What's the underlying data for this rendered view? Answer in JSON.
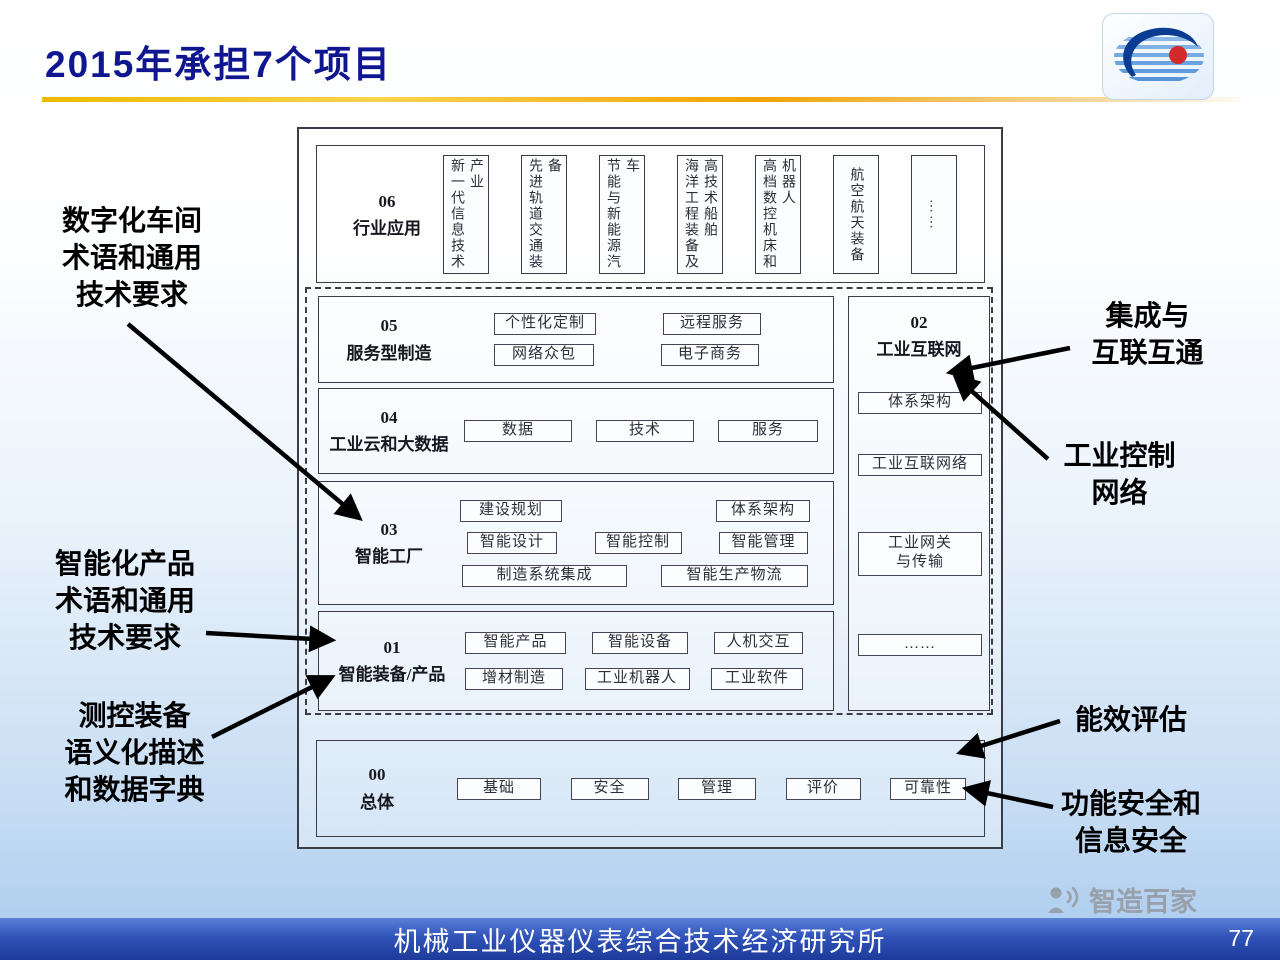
{
  "slide": {
    "title": "2015年承担7个项目",
    "footer": "机械工业仪器仪表综合技术经济研究所",
    "page_number": "77",
    "watermark": "智造百家",
    "colors": {
      "title": "#10168f",
      "footer_bar": "#2747ab",
      "divider_gold": "#f0ad00",
      "logo_red": "#d22a2a",
      "logo_blue": "#0a3d91"
    }
  },
  "diagram": {
    "row06": {
      "code": "06",
      "label": "行业应用",
      "items": [
        "新一代信息技术产业",
        "先进轨道交通装备",
        "节能与新能源汽车",
        "海洋工程装备及高技术船舶",
        "高档数控机床和机器人",
        "航空航天装备",
        "……"
      ]
    },
    "row05": {
      "code": "05",
      "label": "服务型制造",
      "lines": [
        [
          "个性化定制",
          "远程服务"
        ],
        [
          "网络众包",
          "电子商务"
        ]
      ]
    },
    "row04": {
      "code": "04",
      "label": "工业云和大数据",
      "items": [
        "数据",
        "技术",
        "服务"
      ]
    },
    "row03": {
      "code": "03",
      "label": "智能工厂",
      "lines": [
        [
          "建设规划",
          "体系架构"
        ],
        [
          "智能设计",
          "智能控制",
          "智能管理"
        ],
        [
          "制造系统集成",
          "智能生产物流"
        ]
      ]
    },
    "row01": {
      "code": "01",
      "label": "智能装备/产品",
      "lines": [
        [
          "智能产品",
          "智能设备",
          "人机交互"
        ],
        [
          "增材制造",
          "工业机器人",
          "工业软件"
        ]
      ]
    },
    "col02": {
      "code": "02",
      "label": "工业互联网",
      "items": [
        "体系架构",
        "工业互联网络",
        "工业网关\n与传输",
        "……"
      ]
    },
    "row00": {
      "code": "00",
      "label": "总体",
      "items": [
        "基础",
        "安全",
        "管理",
        "评价",
        "可靠性"
      ]
    }
  },
  "annotations": {
    "left": [
      "数字化车间\n术语和通用\n技术要求",
      "智能化产品\n术语和通用\n技术要求",
      "测控装备\n语义化描述\n和数据字典"
    ],
    "right": [
      "集成与\n互联互通",
      "工业控制\n网络",
      "能效评估",
      "功能安全和\n信息安全"
    ]
  }
}
